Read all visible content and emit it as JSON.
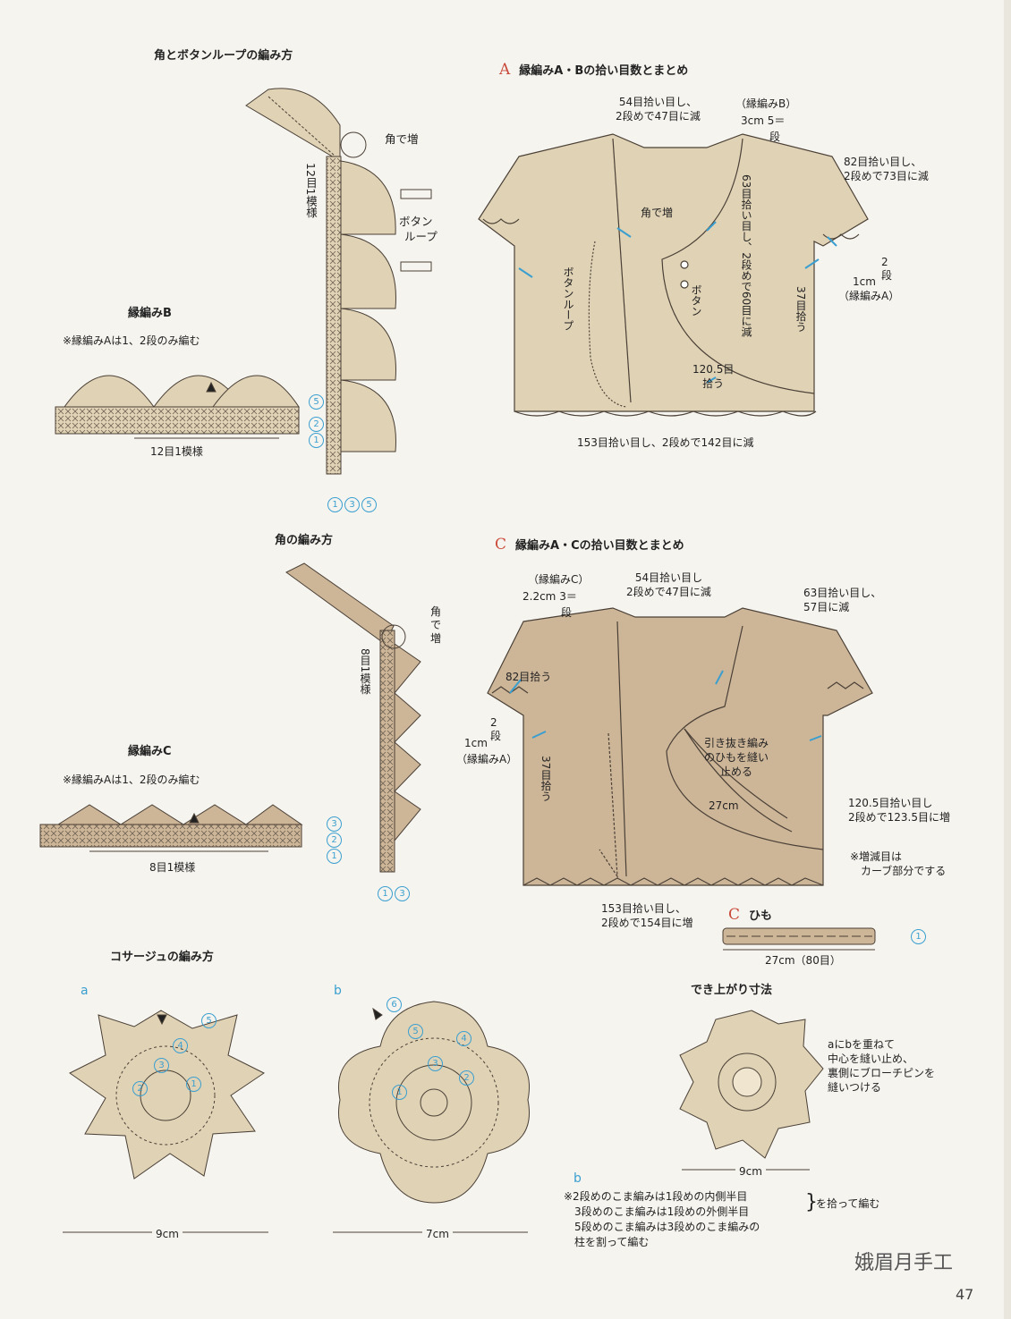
{
  "colors": {
    "fabric_a": "#e0d2b5",
    "fabric_c": "#cdb598",
    "line": "#4a4036",
    "accent_blue": "#3a9fd0",
    "letter_red": "#c94a3a"
  },
  "titles": {
    "corner_button_loop": "角とボタンループの編み方",
    "section_a": "縁編みA・Bの拾い目数とまとめ",
    "section_c": "縁編みA・Cの拾い目数とまとめ",
    "corner": "角の編み方",
    "corsage": "コサージュの編み方",
    "finished_size": "でき上がり寸法",
    "edging_b": "縁編みB",
    "edging_c": "縁編みC",
    "himo": "ひも"
  },
  "letters": {
    "a_section": "A",
    "c_section": "C",
    "c_himo": "C",
    "a_corsage": "a",
    "b_corsage": "b",
    "b_note": "b"
  },
  "labels": {
    "corner_increase": "角で増",
    "corner_increase_split1": "角",
    "corner_increase_split2": "で",
    "corner_increase_split3": "増",
    "repeat_12": "12目1模様",
    "repeat_8": "8目1模様",
    "button_loop": "ボタンループ",
    "button_loop_1": "ボタン",
    "button_loop_2": "ループ",
    "button": "ボタン",
    "note_a_only12": "※縁編みAは1、2段のみ編む",
    "a_collar": "54目拾い目し、\n2段めで47目に減",
    "a_edgingb_a": "（縁編みB）",
    "a_edgingb_b": "3cm",
    "a_edgingb_rows": "5",
    "a_edgingb_dan": "段",
    "a_sleeve": "82目拾い目し、\n2段めで73目に減",
    "a_front": "63目拾い目し、2段めで60目に減",
    "a_armhole_rows": "2",
    "a_armhole_dan": "段",
    "a_armhole_cm": "1cm",
    "a_armhole_note": "（縁編みA）",
    "a_37": "37目拾う",
    "a_120": "120.5目\n拾う",
    "a_hem": "153目拾い目し、2段めで142目に減",
    "c_edgingc_a": "（縁編みC）",
    "c_edgingc_b": "2.2cm",
    "c_edgingc_rows": "3",
    "c_edgingc_dan": "段",
    "c_collar": "54目拾い目し\n2段めで47目に減",
    "c_front": "63目拾い目し、\n57目に減",
    "c_sleeve": "82目拾う",
    "c_armhole_rows": "2",
    "c_armhole_dan": "段",
    "c_armhole_cm": "1cm",
    "c_armhole_note": "（縁編みA）",
    "c_37": "37目拾う",
    "c_tie": "引き抜き編み\nのひもを縫い\n止める",
    "c_27": "27cm",
    "c_120": "120.5目拾い目し\n2段めで123.5目に増",
    "c_note_curve": "※増減目は\n　カーブ部分でする",
    "c_hem": "153目拾い目し、\n2段めで154目に増",
    "himo_len": "27cm（80目）",
    "corsage_a_size": "9cm",
    "corsage_b_size": "7cm",
    "finished_note": "aにbを重ねて\n中心を縫い止め、\n裏側にブローチピンを\n縫いつける",
    "finished_size": "9cm",
    "b_notes": "※2段めのこま編みは1段めの内側半目\n　3段めのこま編みは1段めの外側半目\n　5段めのこま編みは3段めのこま編みの\n　柱を割って編む",
    "b_notes_side": "を拾って編む",
    "watermark": "娥眉月手工",
    "page_number": "47"
  },
  "row_markers": {
    "edging_b": [
      "5",
      "2",
      "1"
    ],
    "edging_b_bottom": [
      "1",
      "3",
      "5"
    ],
    "edging_c": [
      "3",
      "2",
      "1"
    ],
    "edging_c_bottom": [
      "1",
      "3"
    ],
    "corsage_a": [
      "5",
      "4",
      "3",
      "2",
      "1"
    ],
    "corsage_b": [
      "6",
      "5",
      "4",
      "3",
      "2",
      "1"
    ],
    "himo": [
      "1"
    ]
  }
}
